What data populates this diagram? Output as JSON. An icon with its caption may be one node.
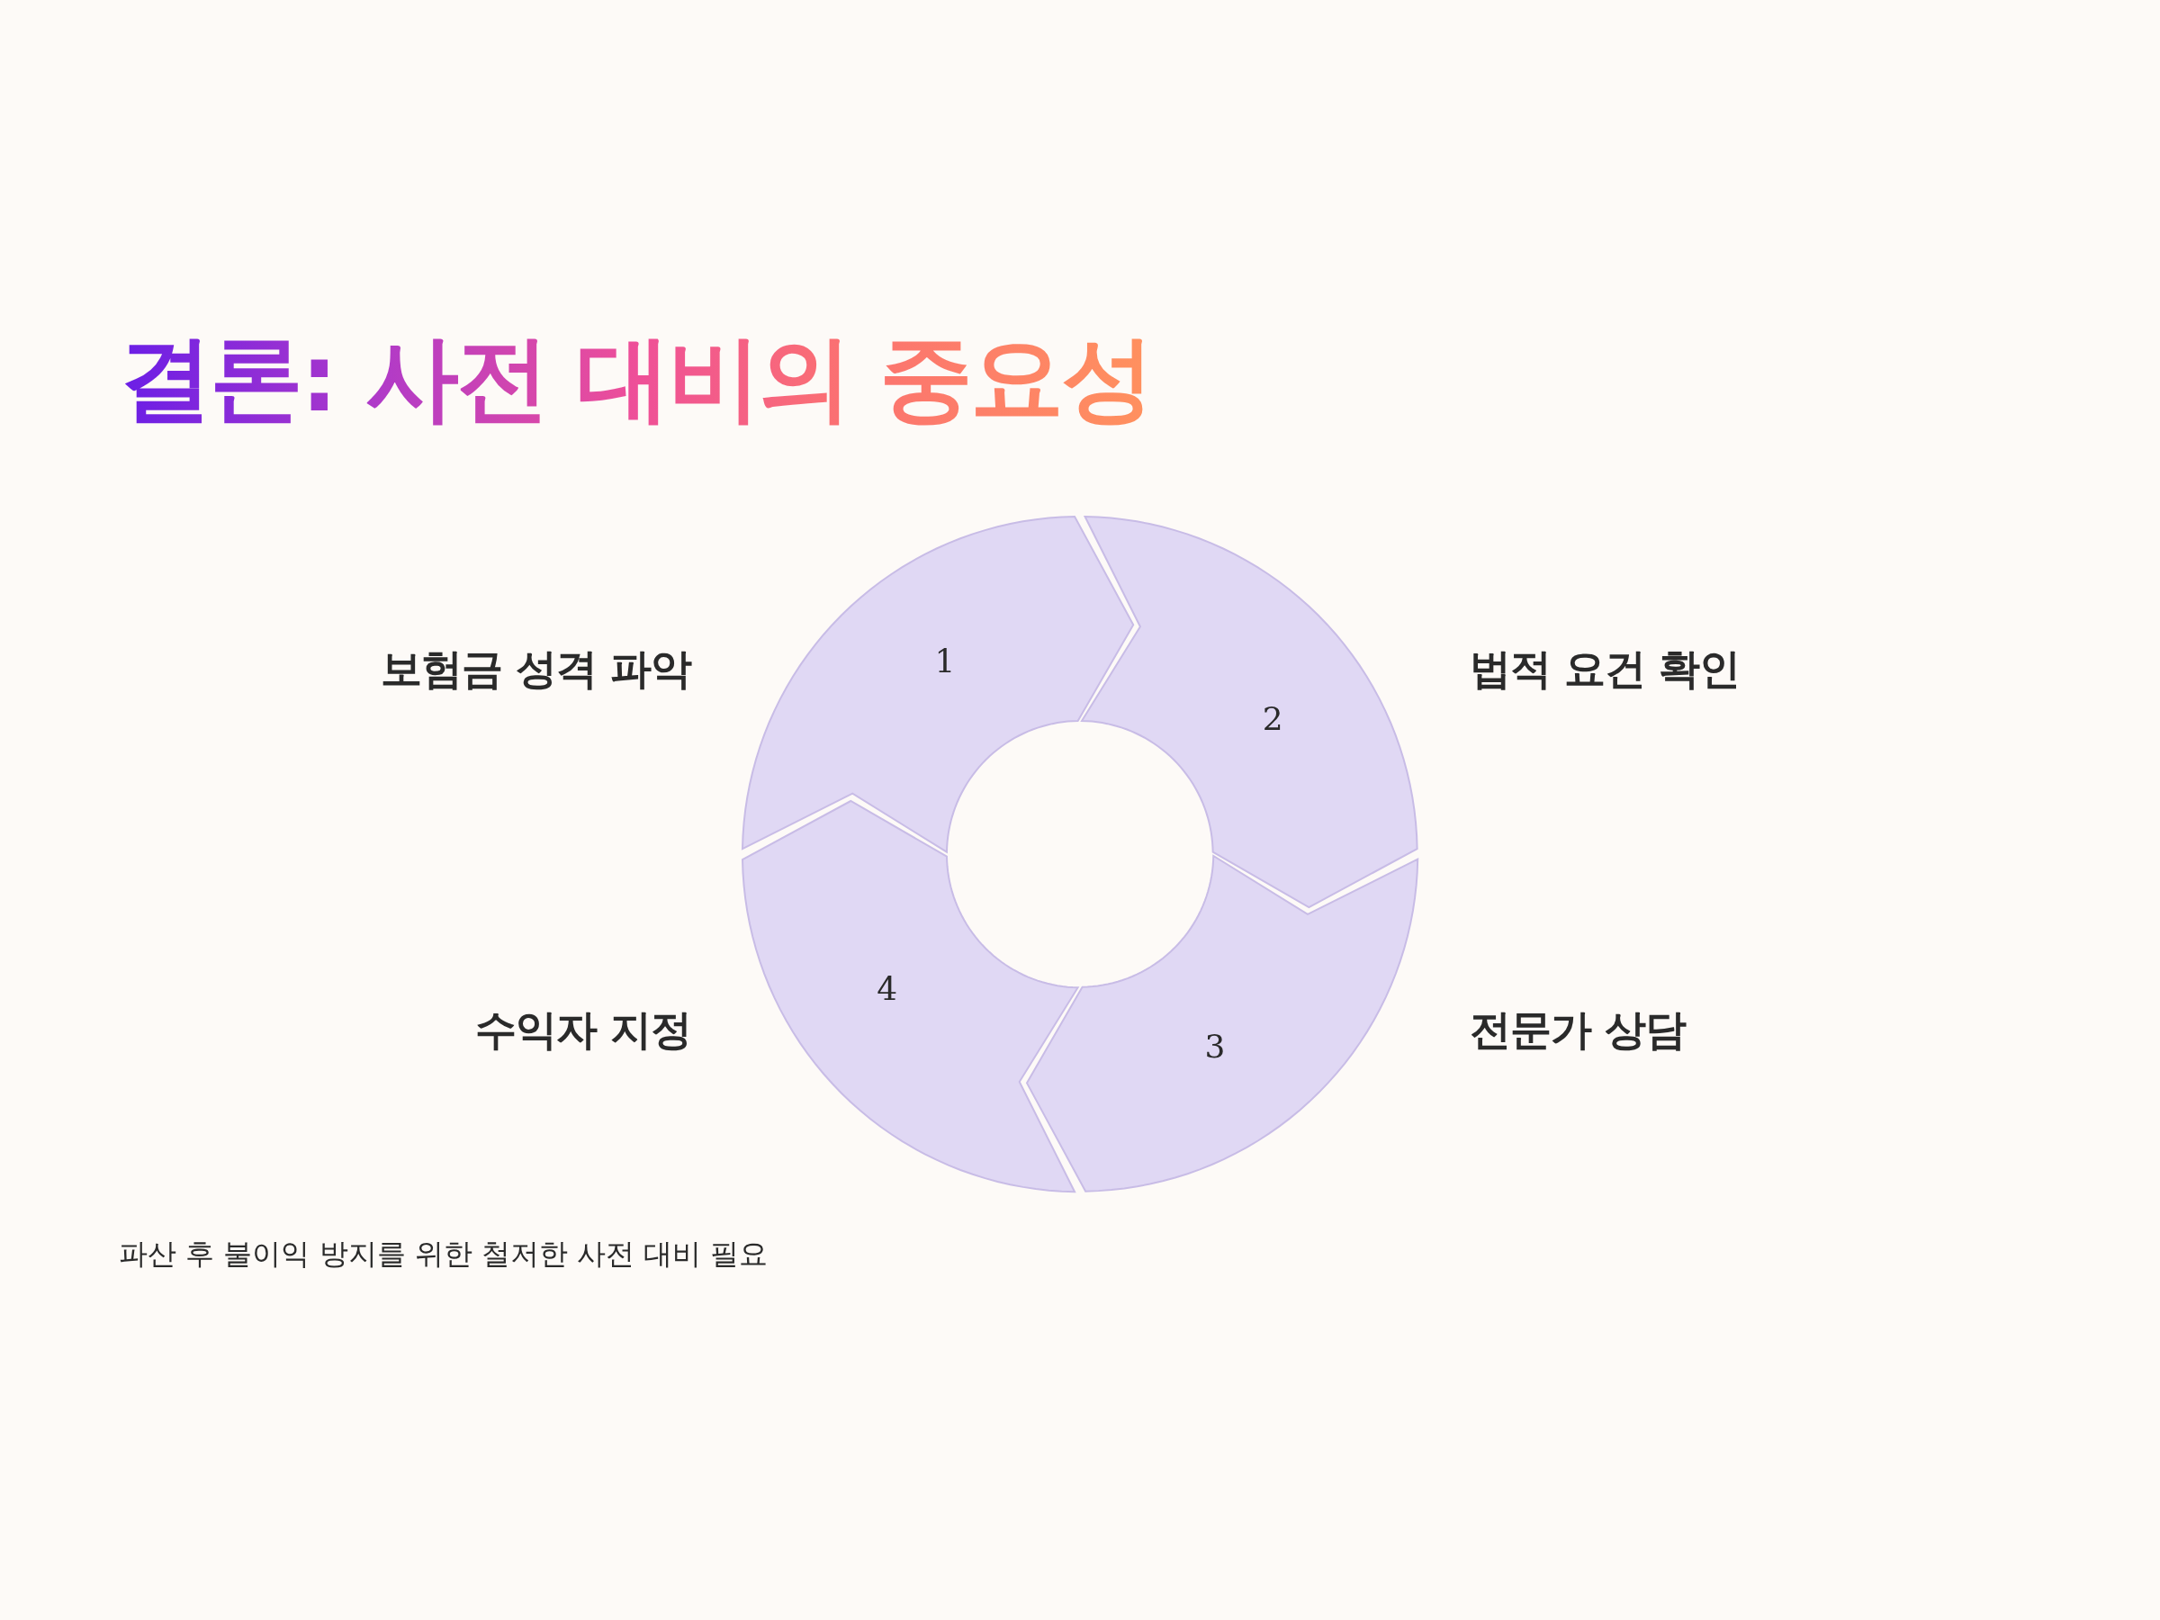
{
  "diagram": {
    "title": "결론: 사전 대비의 중요성",
    "caption": "파산 후 불이익 방지를 위한 철저한 사전 대비 필요",
    "nodes": [
      {
        "text": [
          "1"
        ],
        "beside": [
          "보험금 성격 파악"
        ]
      },
      {
        "text": [
          "2"
        ],
        "beside": [
          "법적 요건 확인"
        ]
      },
      {
        "text": [
          "3"
        ],
        "beside": [
          "전문가 상담"
        ]
      },
      {
        "text": [
          "4"
        ],
        "beside": [
          "수익자 지정"
        ]
      }
    ]
  }
}
